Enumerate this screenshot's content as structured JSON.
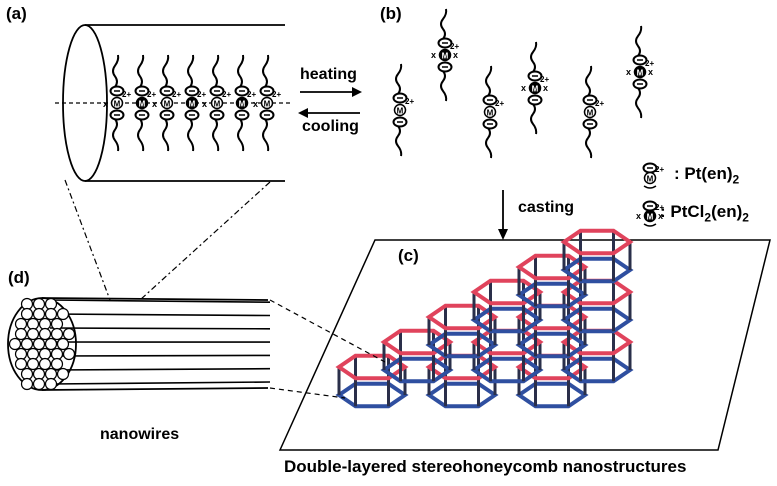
{
  "panels": {
    "a": "(a)",
    "b": "(b)",
    "c": "(c)",
    "d": "(d)"
  },
  "processes": {
    "heating": "heating",
    "cooling": "cooling",
    "casting": "casting"
  },
  "legend": {
    "pt_en": {
      "main": ": Pt(en)",
      "sub": "2"
    },
    "ptcl_en": {
      "main": ": PtCl",
      "sub1": "2",
      "mid": "(en)",
      "sub2": "2"
    }
  },
  "symbols": {
    "charge": "2+",
    "metal": "M",
    "halide": "x"
  },
  "labels": {
    "nanowires": "nanowires",
    "caption": "Double-layered stereohoneycomb nanostructures"
  },
  "colors": {
    "honeycomb_top": "#e0435c",
    "honeycomb_bottom": "#2f4fa0",
    "post": "#2a2f4a"
  }
}
